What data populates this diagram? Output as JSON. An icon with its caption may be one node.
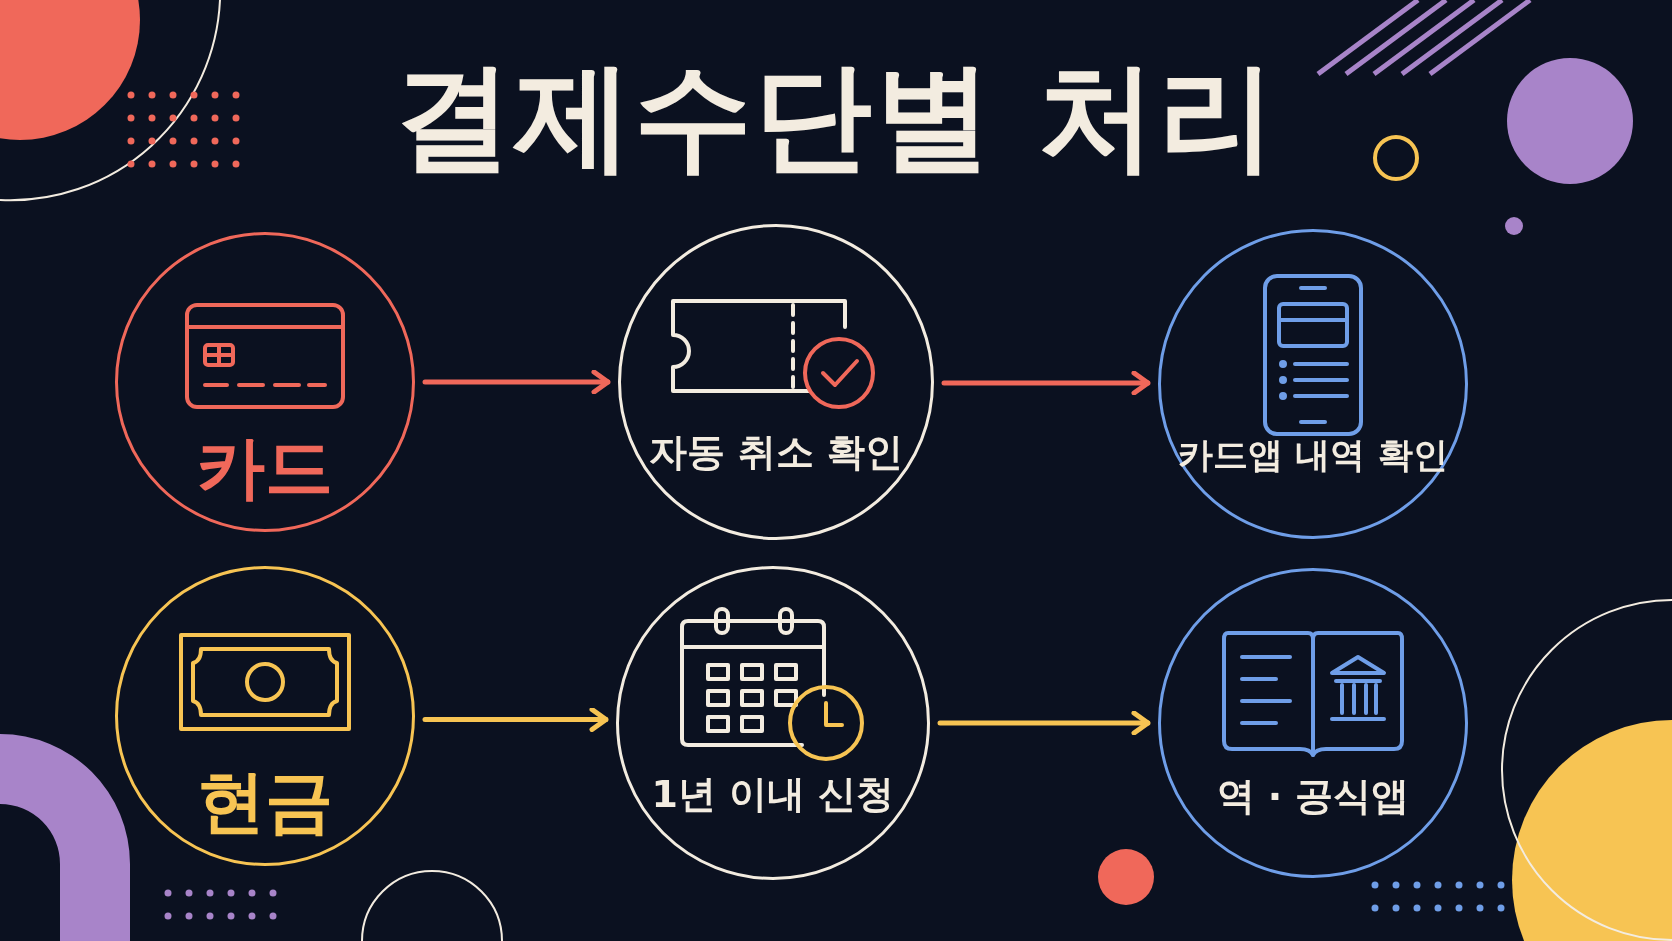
{
  "diagram": {
    "title": "결제수단별 **처리**",
    "nodes": [
      {
        "text": [
          "카드"
        ]
      },
      {
        "text": [
          "자동 취소 확인"
        ]
      },
      {
        "text": [
          "카드앱 내역 확인"
        ]
      },
      {
        "text": [
          "현금"
        ]
      },
      {
        "text": [
          "1년 이내 신청"
        ]
      },
      {
        "text": [
          "역 · 공식앱"
        ]
      }
    ],
    "edges": [
      {
        "from": 0,
        "to": 1,
        "arrow": "to",
        "color": "#f0685a"
      },
      {
        "from": 1,
        "to": 2,
        "arrow": "to",
        "color": "#f0685a"
      },
      {
        "from": 3,
        "to": 4,
        "arrow": "to",
        "color": "#f7c453"
      },
      {
        "from": 4,
        "to": 5,
        "arrow": "to",
        "color": "#f7c453"
      }
    ]
  }
}
